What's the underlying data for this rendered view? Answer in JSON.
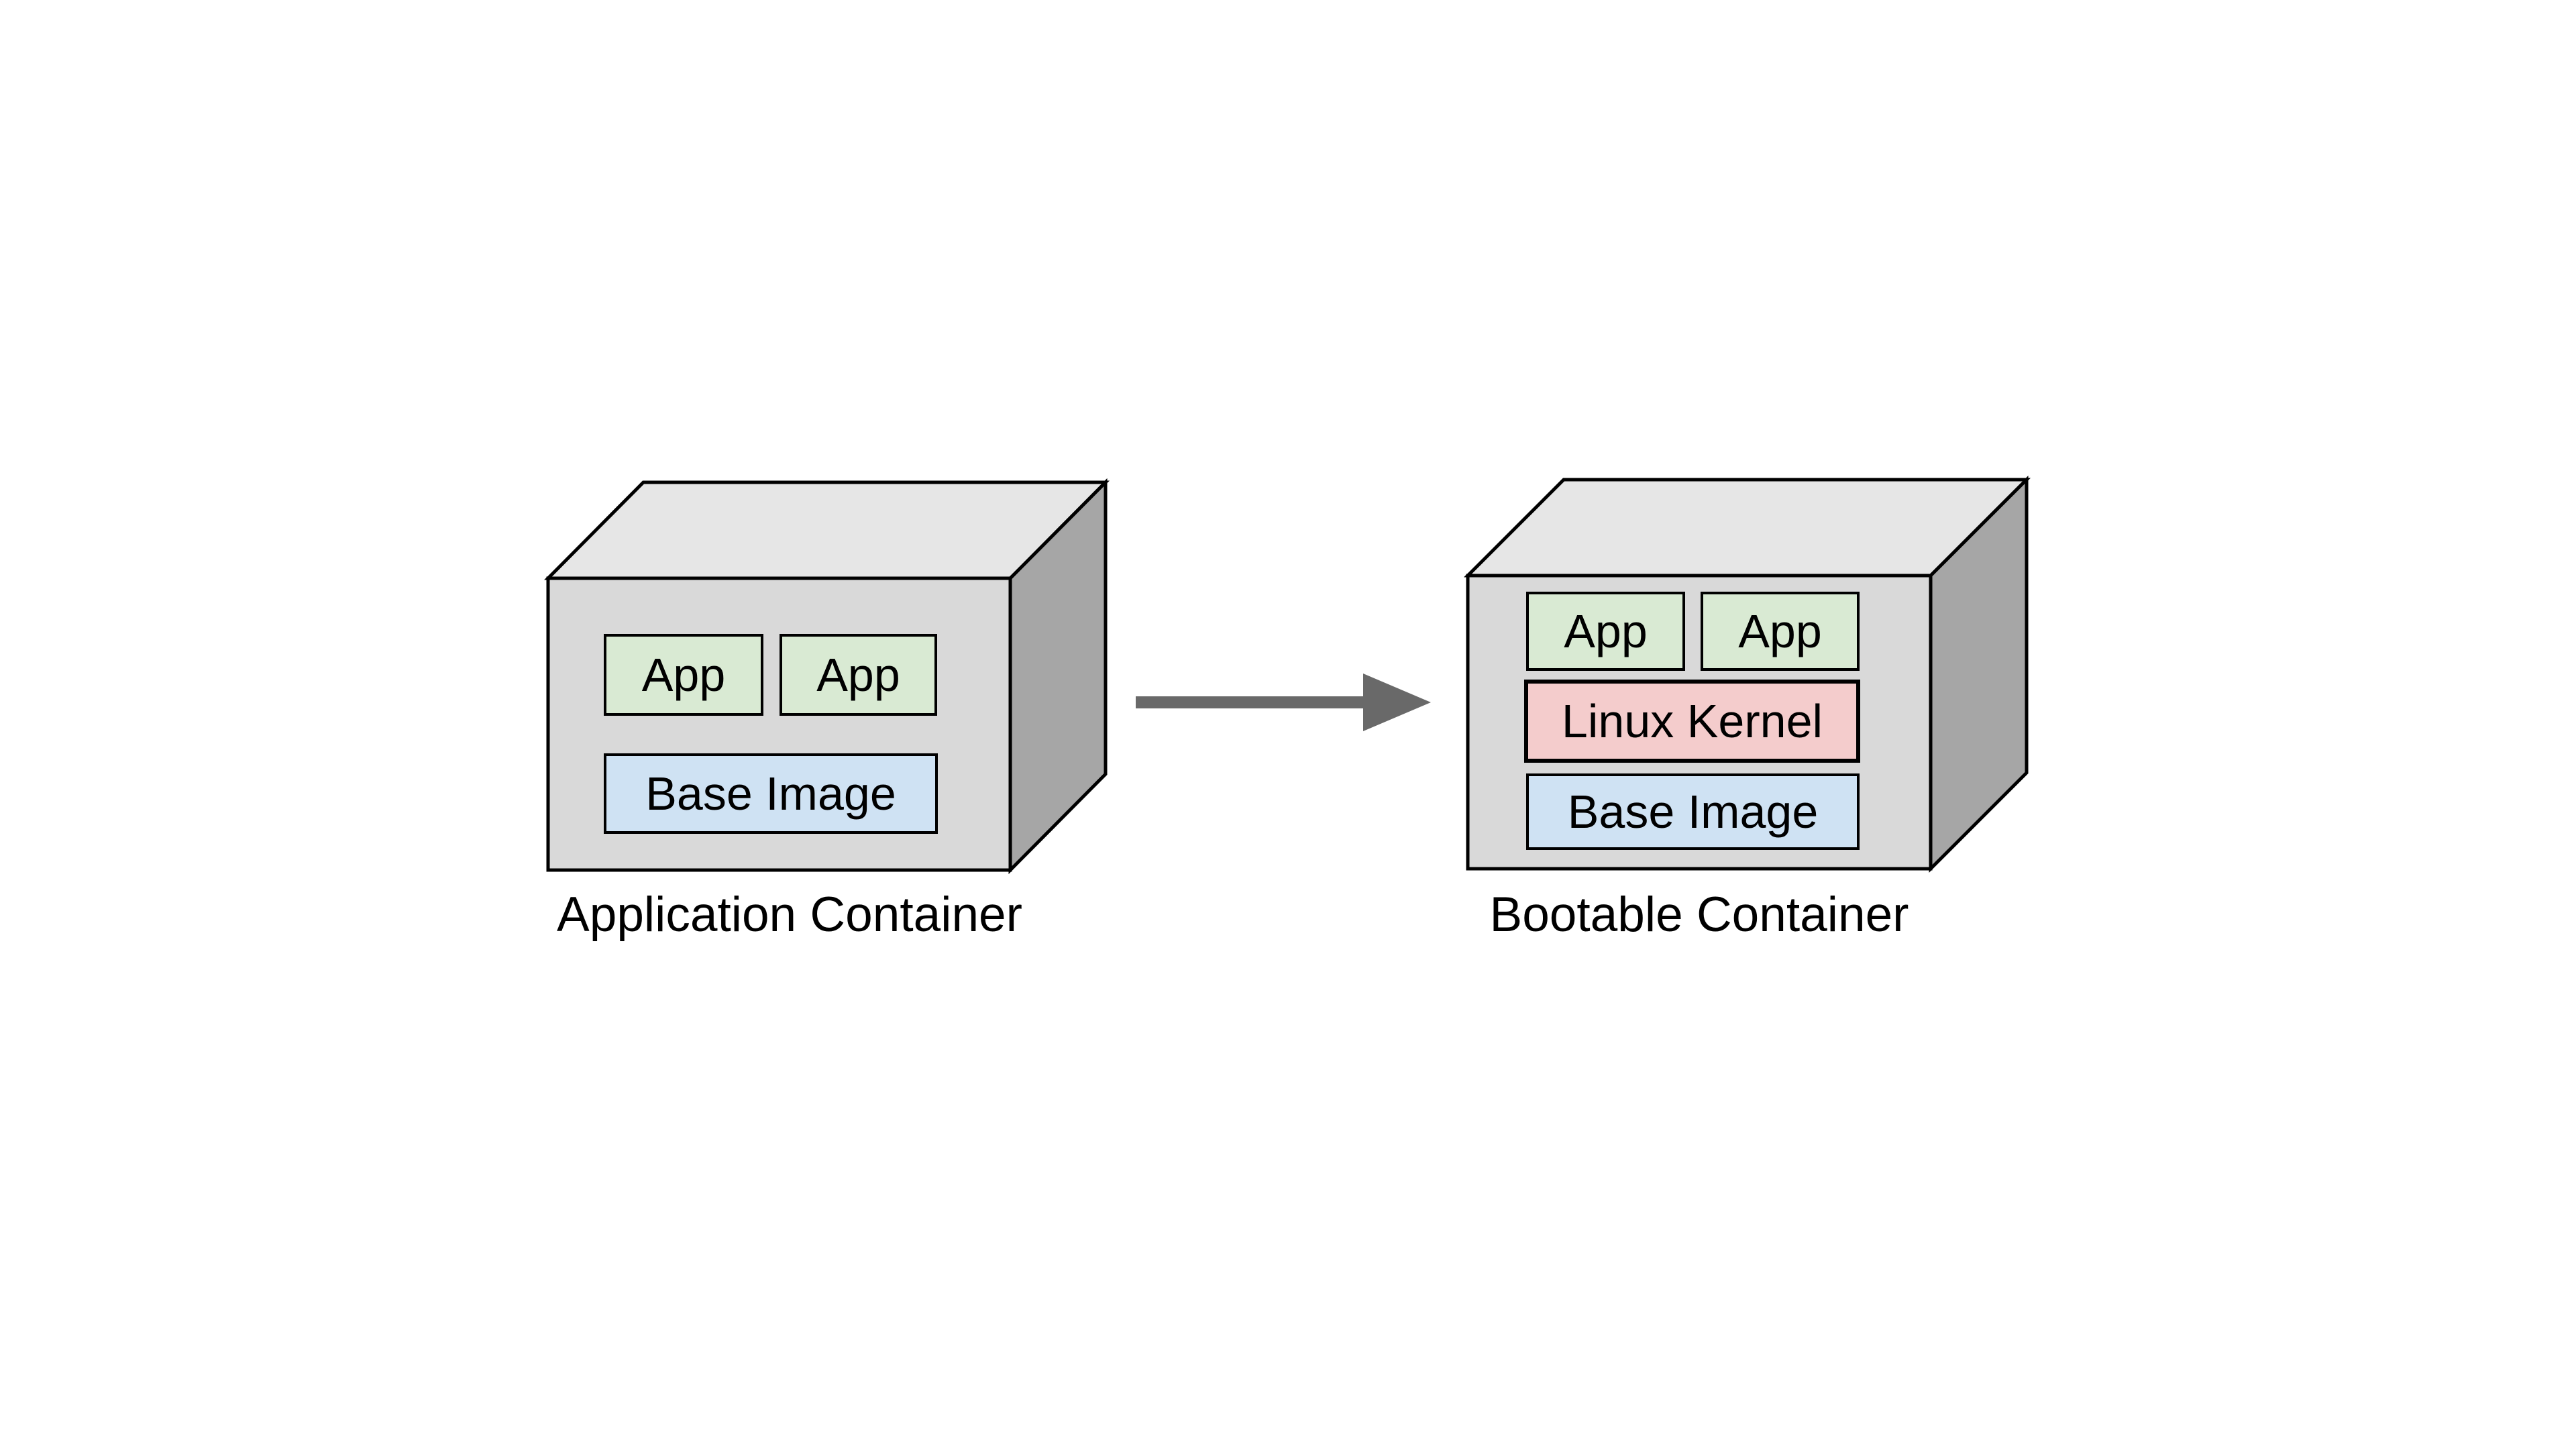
{
  "page": {
    "background": "#ffffff"
  },
  "diagram": {
    "colors": {
      "box_front": "#d9d9d9",
      "box_top": "#e6e6e6",
      "box_side": "#a6a6a6",
      "outline": "#000000",
      "app_block": "#d9ead3",
      "base_image_block": "#cfe2f3",
      "linux_kernel_block": "#f4cccc",
      "arrow": "#696969"
    },
    "application_container": {
      "caption": "Application Container",
      "blocks": {
        "app1": "App",
        "app2": "App",
        "base": "Base Image"
      }
    },
    "bootable_container": {
      "caption": "Bootable Container",
      "blocks": {
        "app1": "App",
        "app2": "App",
        "kernel": "Linux Kernel",
        "base": "Base Image"
      }
    },
    "arrow": {
      "direction": "right"
    }
  }
}
